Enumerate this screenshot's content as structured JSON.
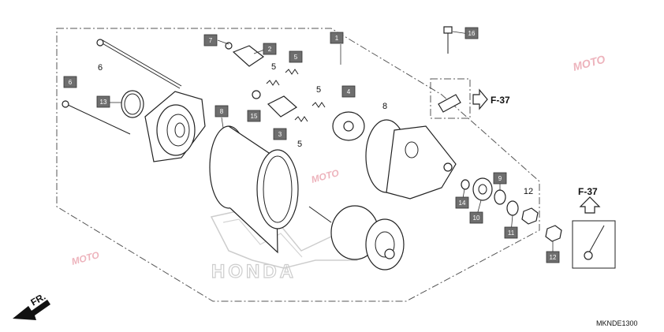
{
  "diagram": {
    "diagram_code": "MKNDE1300",
    "direction_label": "FR.",
    "watermark_text": "MOTO",
    "watermark_color": "#e89aa6",
    "tag_color": "#6e6e6e",
    "refs": [
      {
        "id": "ref-f37-right",
        "text": "F-37"
      },
      {
        "id": "ref-f37-inset",
        "text": "F-37"
      }
    ],
    "callouts": [
      {
        "id": "callout-1",
        "text": "1",
        "boxed": true
      },
      {
        "id": "callout-2",
        "text": "2",
        "boxed": true
      },
      {
        "id": "callout-3",
        "text": "3",
        "boxed": true
      },
      {
        "id": "callout-4",
        "text": "4",
        "boxed": true
      },
      {
        "id": "callout-5a",
        "text": "5",
        "boxed": true
      },
      {
        "id": "callout-5b",
        "text": "5",
        "boxed": false
      },
      {
        "id": "callout-5c",
        "text": "5",
        "boxed": false
      },
      {
        "id": "callout-5d",
        "text": "5",
        "boxed": false
      },
      {
        "id": "callout-6a",
        "text": "6",
        "boxed": false
      },
      {
        "id": "callout-6b",
        "text": "6",
        "boxed": true
      },
      {
        "id": "callout-7",
        "text": "7",
        "boxed": true
      },
      {
        "id": "callout-8a",
        "text": "8",
        "boxed": true
      },
      {
        "id": "callout-8b",
        "text": "8",
        "boxed": false
      },
      {
        "id": "callout-9",
        "text": "9",
        "boxed": true
      },
      {
        "id": "callout-10",
        "text": "10",
        "boxed": true
      },
      {
        "id": "callout-11",
        "text": "11",
        "boxed": true
      },
      {
        "id": "callout-12a",
        "text": "12",
        "boxed": false
      },
      {
        "id": "callout-12b",
        "text": "12",
        "boxed": true
      },
      {
        "id": "callout-13",
        "text": "13",
        "boxed": true
      },
      {
        "id": "callout-14",
        "text": "14",
        "boxed": true
      },
      {
        "id": "callout-15",
        "text": "15",
        "boxed": true
      },
      {
        "id": "callout-16",
        "text": "16",
        "boxed": true
      }
    ]
  }
}
